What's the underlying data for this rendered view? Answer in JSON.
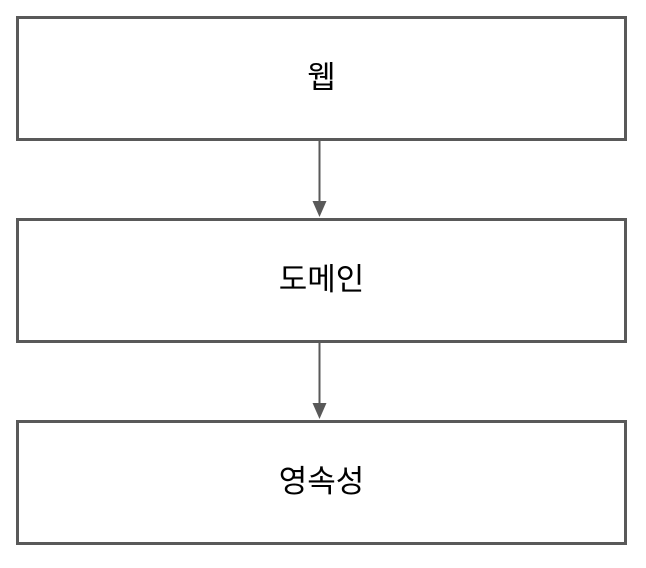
{
  "diagram": {
    "layers": [
      {
        "label": "웹"
      },
      {
        "label": "도메인"
      },
      {
        "label": "영속성"
      }
    ],
    "connector_color": "#595959",
    "border_color": "#595959"
  }
}
